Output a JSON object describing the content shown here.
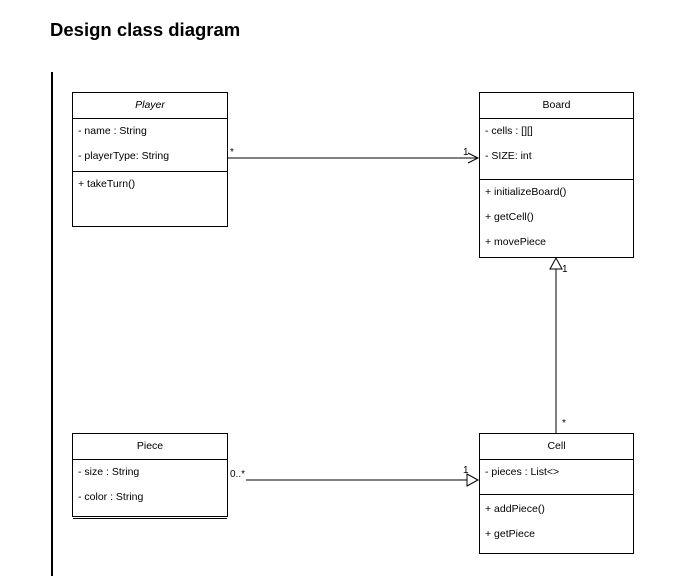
{
  "title": "Design class diagram",
  "player": {
    "name": "Player",
    "attributes": [
      "- name : String",
      "- playerType: String"
    ],
    "methods": [
      "+ takeTurn()"
    ]
  },
  "board": {
    "name": "Board",
    "attributes": [
      "- cells : [][]",
      "- SIZE: int"
    ],
    "methods": [
      "+ initializeBoard()",
      "+ getCell()",
      "+ movePiece"
    ]
  },
  "piece": {
    "name": "Piece",
    "attributes": [
      "- size : String",
      "- color : String"
    ]
  },
  "cell": {
    "name": "Cell",
    "attributes": [
      "- pieces : List<>"
    ],
    "methods": [
      "+ addPiece()",
      "+ getPiece"
    ]
  },
  "links": {
    "player_board": {
      "source_mult": "*",
      "target_mult": "1"
    },
    "cell_board": {
      "source_mult": "*",
      "target_mult": "1"
    },
    "piece_cell": {
      "source_mult": "0..*",
      "target_mult": "1"
    }
  }
}
